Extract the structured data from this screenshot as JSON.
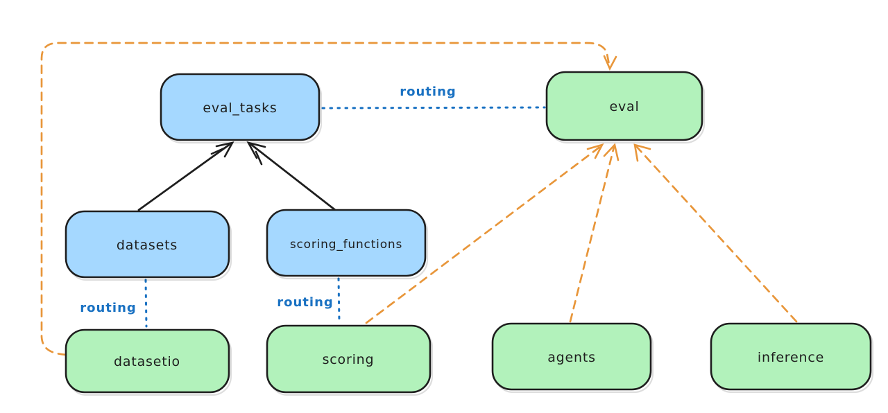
{
  "diagram": {
    "nodes": {
      "eval_tasks": {
        "label": "eval_tasks",
        "color": "blue"
      },
      "eval": {
        "label": "eval",
        "color": "green"
      },
      "datasets": {
        "label": "datasets",
        "color": "blue"
      },
      "scoring_functions": {
        "label": "scoring_functions",
        "color": "blue"
      },
      "datasetio": {
        "label": "datasetio",
        "color": "green"
      },
      "scoring": {
        "label": "scoring",
        "color": "green"
      },
      "agents": {
        "label": "agents",
        "color": "green"
      },
      "inference": {
        "label": "inference",
        "color": "green"
      }
    },
    "edges": [
      {
        "from": "datasets",
        "to": "eval_tasks",
        "style": "solid",
        "color": "black",
        "arrow": true,
        "label": ""
      },
      {
        "from": "scoring_functions",
        "to": "eval_tasks",
        "style": "solid",
        "color": "black",
        "arrow": true,
        "label": ""
      },
      {
        "from": "eval_tasks",
        "to": "eval",
        "style": "dotted",
        "color": "blue",
        "arrow": false,
        "label": "routing"
      },
      {
        "from": "datasets",
        "to": "datasetio",
        "style": "dotted",
        "color": "blue",
        "arrow": false,
        "label": "routing"
      },
      {
        "from": "scoring_functions",
        "to": "scoring",
        "style": "dotted",
        "color": "blue",
        "arrow": false,
        "label": "routing"
      },
      {
        "from": "datasetio",
        "to": "eval",
        "style": "dashed",
        "color": "orange",
        "arrow": true,
        "label": ""
      },
      {
        "from": "scoring",
        "to": "eval",
        "style": "dashed",
        "color": "orange",
        "arrow": true,
        "label": ""
      },
      {
        "from": "agents",
        "to": "eval",
        "style": "dashed",
        "color": "orange",
        "arrow": true,
        "label": ""
      },
      {
        "from": "inference",
        "to": "eval",
        "style": "dashed",
        "color": "orange",
        "arrow": true,
        "label": ""
      }
    ],
    "colors": {
      "blue_fill": "#a5d8ff",
      "green_fill": "#b2f2bb",
      "node_stroke": "#1e1e1e",
      "routing_blue": "#1971c2",
      "orange": "#e8963a",
      "text": "#1e1e1e",
      "background": "#ffffff"
    }
  }
}
